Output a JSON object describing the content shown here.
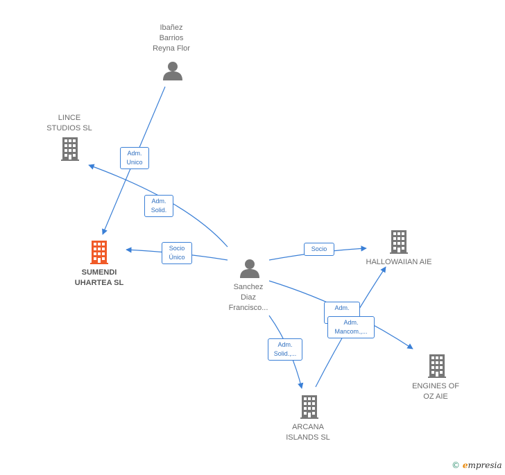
{
  "nodes": {
    "ibanez": {
      "label": "Ibañez\nBarrios\nReyna Flor",
      "icon": "person-icon"
    },
    "lince": {
      "label": "LINCE\nSTUDIOS SL",
      "icon": "building-icon"
    },
    "sumendi": {
      "label": "SUMENDI\nUHARTEA  SL",
      "icon": "building-icon",
      "color": "#f05a28"
    },
    "sanchez": {
      "label": "Sanchez\nDiaz\nFrancisco...",
      "icon": "person-icon"
    },
    "hallowaiian": {
      "label": "HALLOWAIIAN AIE",
      "icon": "building-icon"
    },
    "engines": {
      "label": "ENGINES OF\nOZ  AIE",
      "icon": "building-icon"
    },
    "arcana": {
      "label": "ARCANA\nISLANDS  SL",
      "icon": "building-icon"
    }
  },
  "edges": {
    "ibanez_sumendi": {
      "label": "Adm.\nUnico"
    },
    "sanchez_lince": {
      "label": "Adm.\nSolid."
    },
    "sanchez_sumendi": {
      "label": "Socio\nÚnico"
    },
    "sanchez_hallow": {
      "label": "Socio"
    },
    "sanchez_engines": {
      "label": "Adm.\nMancom.,..."
    },
    "sanchez_engines_back": {
      "label": "Adm."
    },
    "sanchez_arcana": {
      "label": "Adm.\nSolid.,..."
    }
  },
  "colors": {
    "edge": "#3a7fd6",
    "node": "#777777",
    "highlight": "#f05a28"
  },
  "copyright": {
    "symbol": "©",
    "brand_e": "e",
    "brand_rest": "mpresia"
  }
}
